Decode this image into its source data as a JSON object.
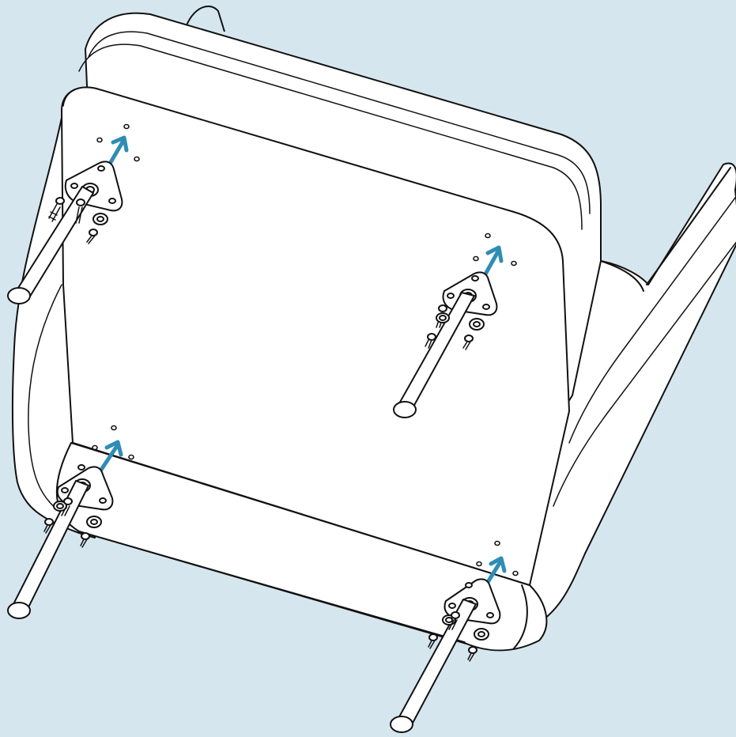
{
  "figure": {
    "description_colors": {
      "background": "#d6e6ef",
      "line": "#111111",
      "arrow": "#2e8db5",
      "part_fill": "#ffffff"
    },
    "legs": [
      {
        "id": "leg-top-left"
      },
      {
        "id": "leg-top-right"
      },
      {
        "id": "leg-bottom-left"
      },
      {
        "id": "leg-bottom-right"
      }
    ]
  }
}
